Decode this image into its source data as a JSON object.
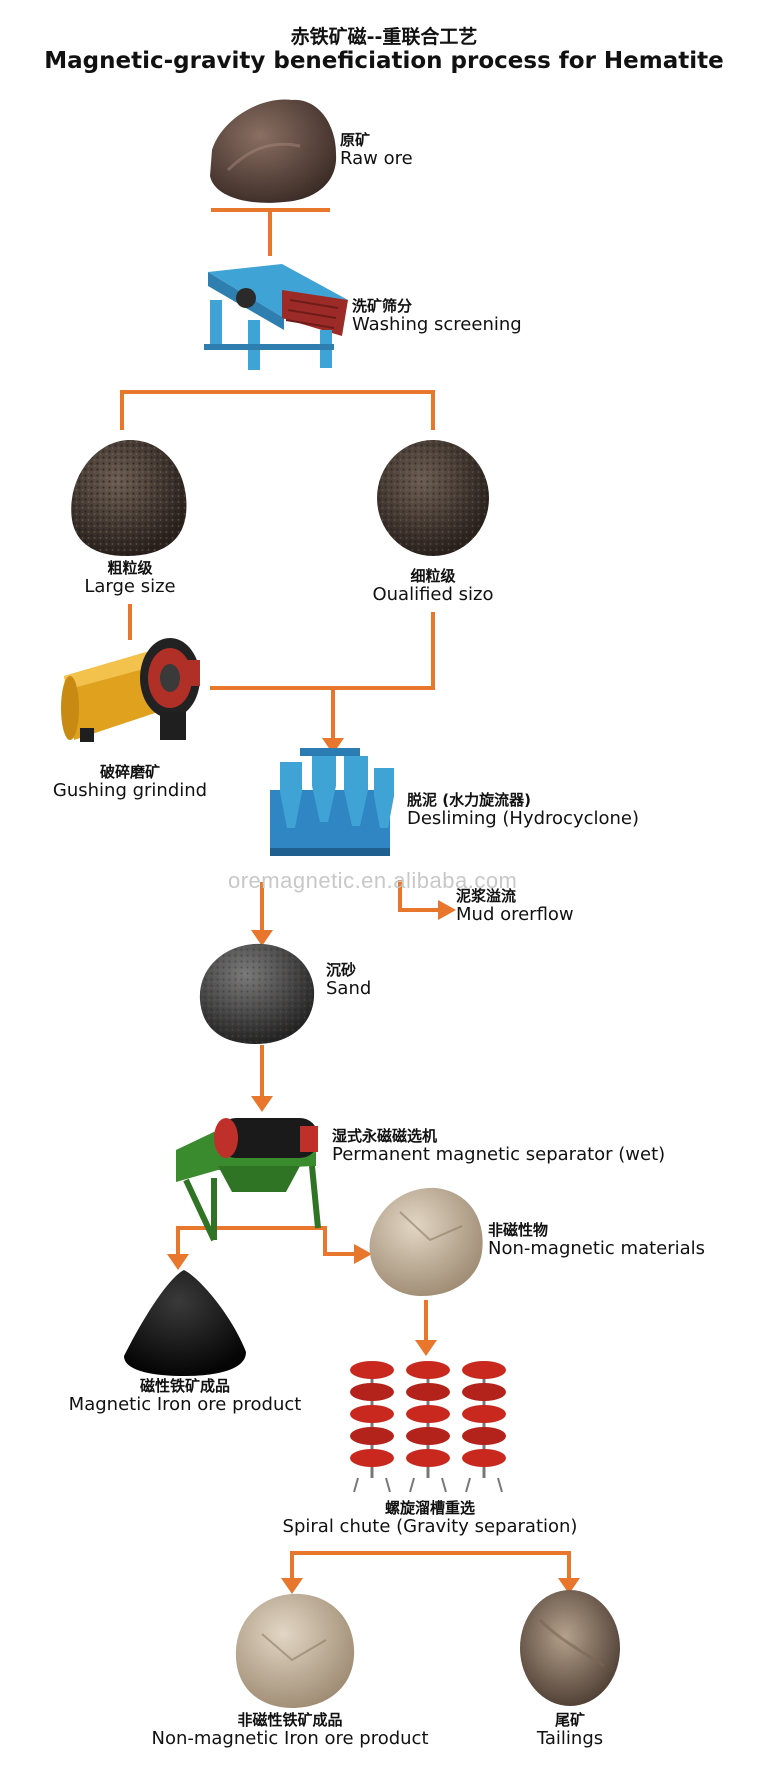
{
  "title": {
    "cn": "赤铁矿磁--重联合工艺",
    "en": "Magnetic-gravity beneficiation process for Hematite"
  },
  "watermark": "oremagnetic.en.alibaba.com",
  "colors": {
    "flow": "#e8762c",
    "ore_dark": "#3a302b",
    "ore_light": "#bfae96",
    "equipment_blue": "#3fa3d6",
    "equipment_red": "#c0302a",
    "mill_yellow": "#e0a11f",
    "separator_green": "#3a8a2e"
  },
  "nodes": {
    "raw_ore": {
      "cn": "原矿",
      "en": "Raw ore",
      "icon": "raw-ore-rock"
    },
    "washing_screening": {
      "cn": "洗矿筛分",
      "en": "Washing screening",
      "icon": "vibrating-screen"
    },
    "large_size": {
      "cn": "粗粒级",
      "en": "Large size",
      "icon": "coarse-ore-pile"
    },
    "qualified_size": {
      "cn": "细粒级",
      "en": "Oualified sizo",
      "icon": "fine-ore-pile"
    },
    "grinding": {
      "cn": "破碎磨矿",
      "en": "Gushing grindind",
      "icon": "ball-mill"
    },
    "desliming": {
      "cn": "脱泥 (水力旋流器)",
      "en": "Desliming (Hydrocyclone)",
      "icon": "hydrocyclone"
    },
    "mud_overflow": {
      "cn": "泥浆溢流",
      "en": "Mud orerflow",
      "icon": "arrow-right"
    },
    "sand": {
      "cn": "沉砂",
      "en": "Sand",
      "icon": "sand-pile"
    },
    "magnetic_separator": {
      "cn": "湿式永磁磁选机",
      "en": "Permanent magnetic separator (wet)",
      "icon": "magnetic-separator"
    },
    "non_magnetic": {
      "cn": "非磁性物",
      "en": "Non-magnetic materials",
      "icon": "light-rock"
    },
    "magnetic_product": {
      "cn": "磁性铁矿成品",
      "en": "Magnetic Iron ore product",
      "icon": "black-powder-pile"
    },
    "spiral_chute": {
      "cn": "螺旋溜槽重选",
      "en": "Spiral chute (Gravity separation)",
      "icon": "spiral-chute"
    },
    "non_magnetic_product": {
      "cn": "非磁性铁矿成品",
      "en": "Non-magnetic Iron ore product",
      "icon": "light-rock"
    },
    "tailings": {
      "cn": "尾矿",
      "en": "Tailings",
      "icon": "tailings-rock"
    }
  }
}
